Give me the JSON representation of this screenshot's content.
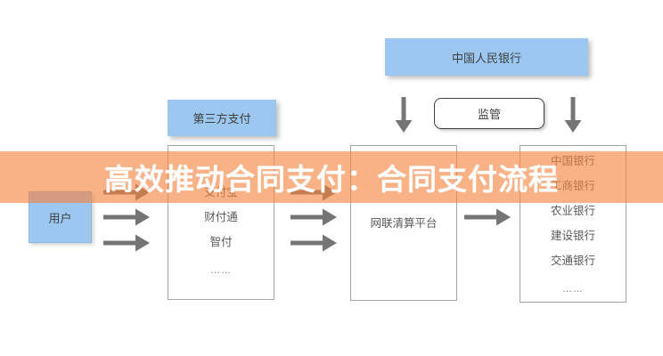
{
  "banner": {
    "title": "高效推动合同支付：合同支付流程",
    "bg_color": "#F5813C",
    "text_color": "#FFFFFF"
  },
  "flowchart": {
    "pboc": "中国人民银行",
    "supervision": "监管",
    "third_party_title": "第三方支付",
    "third_party_items": [
      "支付宝",
      "财付通",
      "智付",
      "……"
    ],
    "clearing_platform": "网联清算平台",
    "banks": [
      "中国银行",
      "工商银行",
      "农业银行",
      "建设银行",
      "交通银行",
      "……"
    ],
    "user": "用户"
  },
  "colors": {
    "node_blue": "#9BC7F0",
    "white_box_border": "#A6A6A6",
    "arrow_gray": "#757575",
    "label_dark": "#404040",
    "list_gray": "#595959"
  }
}
